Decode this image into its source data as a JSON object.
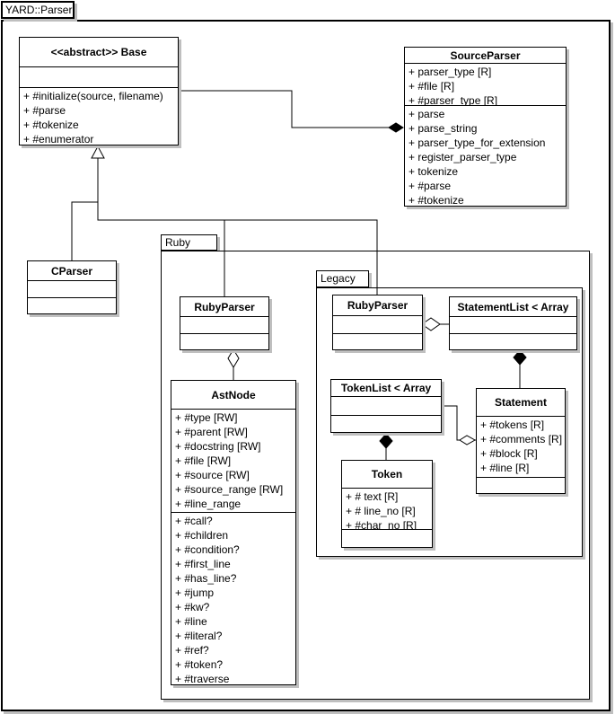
{
  "frame": {
    "title": "YARD::Parser"
  },
  "packages": {
    "ruby": {
      "label": "Ruby"
    },
    "legacy": {
      "label": "Legacy"
    }
  },
  "classes": {
    "base": {
      "title": "<<abstract>> Base",
      "attributes": [],
      "methods": [
        "+ #initialize(source, filename)",
        "+ #parse",
        "+ #tokenize",
        "+ #enumerator"
      ]
    },
    "source_parser": {
      "title": "SourceParser",
      "attributes": [
        "+ parser_type [R]",
        "+ #file [R]",
        "+ #parser_type [R]"
      ],
      "methods": [
        "+ parse",
        "+ parse_string",
        "+ parser_type_for_extension",
        "+ register_parser_type",
        "+ tokenize",
        "+ #parse",
        "+ #tokenize"
      ]
    },
    "cparser": {
      "title": "CParser",
      "attributes": [],
      "methods": []
    },
    "ruby_ruby_parser": {
      "title": "RubyParser",
      "attributes": [],
      "methods": []
    },
    "ast_node": {
      "title": "AstNode",
      "attributes": [
        "+ #type [RW]",
        "+ #parent [RW]",
        "+ #docstring [RW]",
        "+ #file [RW]",
        "+ #source [RW]",
        "+ #source_range [RW]",
        "+ #line_range"
      ],
      "methods": [
        "+ #call?",
        "+ #children",
        "+ #condition?",
        "+ #first_line",
        "+ #has_line?",
        "+ #jump",
        "+ #kw?",
        "+ #line",
        "+ #literal?",
        "+ #ref?",
        "+ #token?",
        "+ #traverse"
      ]
    },
    "legacy_ruby_parser": {
      "title": "RubyParser",
      "attributes": [],
      "methods": []
    },
    "statement_list": {
      "title": "StatementList < Array",
      "attributes": [],
      "methods": []
    },
    "token_list": {
      "title": "TokenList < Array",
      "attributes": [],
      "methods": []
    },
    "statement": {
      "title": "Statement",
      "attributes": [
        "+ #tokens [R]",
        "+ #comments [R]",
        "+ #block [R]",
        "+ #line [R]"
      ],
      "methods": []
    },
    "token": {
      "title": "Token",
      "attributes": [
        "+ # text [R]",
        "+ # line_no [R]",
        "+ #char_no [R]"
      ],
      "methods": []
    }
  },
  "colors": {
    "line": "#000000",
    "shadow": "#bfbfbf",
    "background": "#ffffff",
    "text": "#000000"
  }
}
